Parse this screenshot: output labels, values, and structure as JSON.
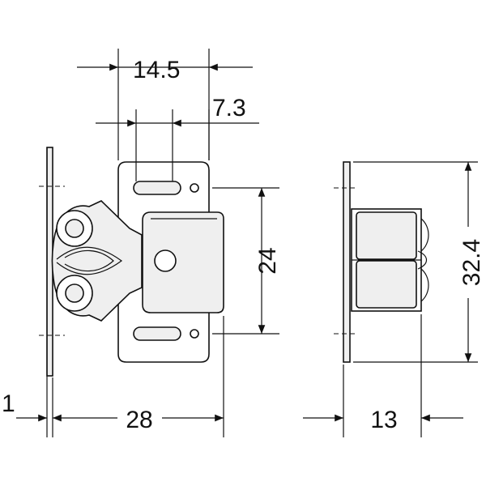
{
  "dimensions": {
    "slot_spacing": "14.5",
    "hole_offset": "7.3",
    "height": "24",
    "overall_height": "32.4",
    "plate_thickness": "1",
    "overall_depth": "28",
    "side_depth": "13"
  }
}
